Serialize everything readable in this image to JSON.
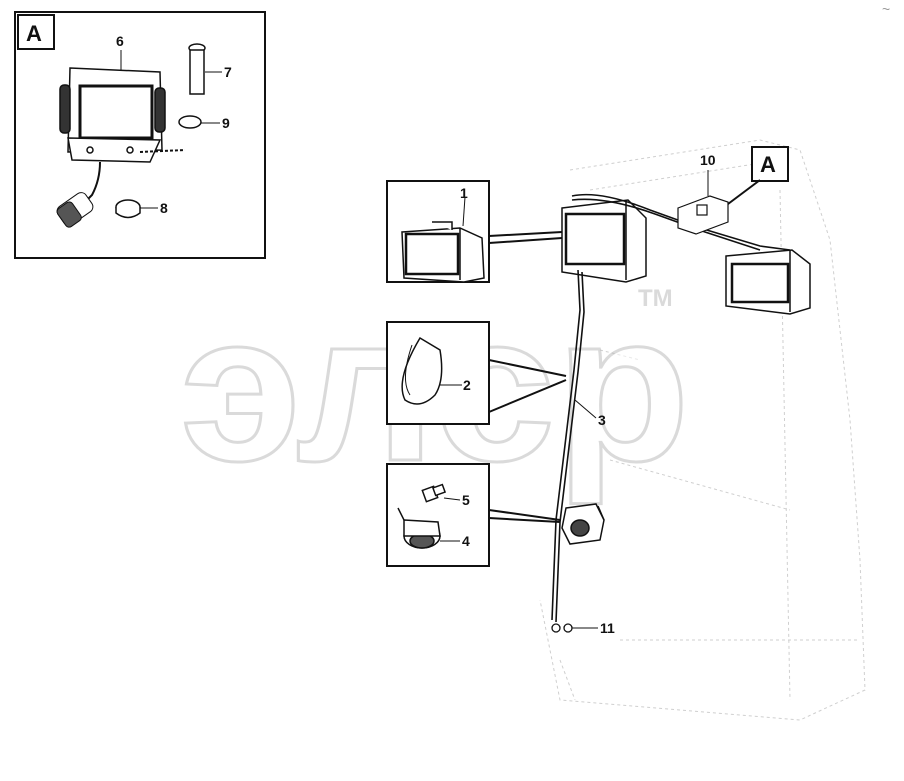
{
  "watermark": {
    "text": "элср",
    "tm": "TM"
  },
  "detail": {
    "label": "A"
  },
  "callouts": {
    "c1": "1",
    "c2": "2",
    "c3": "3",
    "c4": "4",
    "c5": "5",
    "c6": "6",
    "c7": "7",
    "c8": "8",
    "c9": "9",
    "c10": "10",
    "c11": "11"
  },
  "view_marker": "A",
  "corner_mark": "~"
}
